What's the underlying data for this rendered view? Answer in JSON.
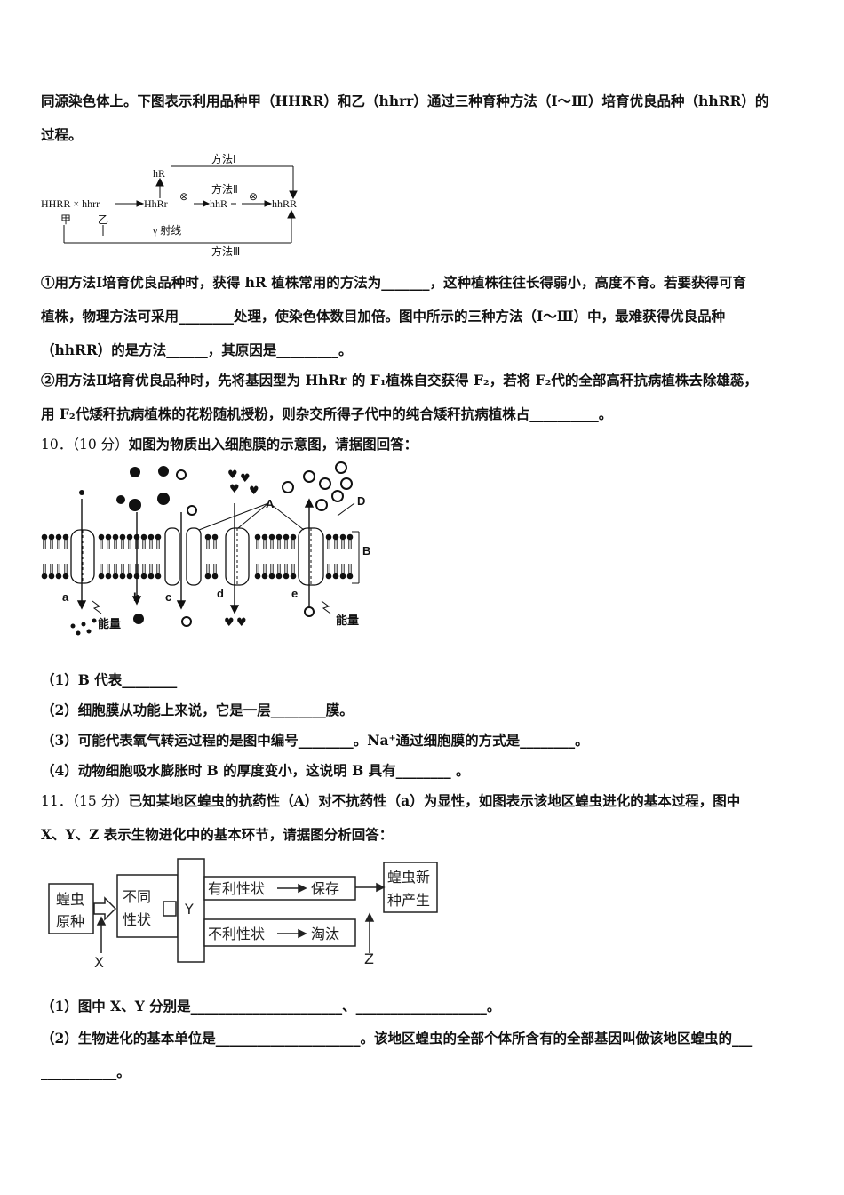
{
  "intro": {
    "line1": "同源染色体上。下图表示利用品种甲（HHRR）和乙（hhrr）通过三种育种方法（Ⅰ～Ⅲ）培育优良品种（hhRR）的",
    "line2": "过程。"
  },
  "breeding_diagram": {
    "parents": "HHRR × hhrr",
    "jia": "甲",
    "yi": "乙",
    "f1": "HhRr",
    "hR": "hR",
    "hhR": "hhR",
    "target": "hhRR",
    "method1": "方法Ⅰ",
    "method2": "方法Ⅱ",
    "method3": "方法Ⅲ",
    "gamma": "γ 射线",
    "cross_symbol": "⊗"
  },
  "q9": {
    "p1_line1": "①用方法Ⅰ培育优良品种时，获得 hR 植株常用的方法为_______，这种植株往往长得弱小，高度不育。若要获得可育",
    "p1_line2": "植株，物理方法可采用________处理，使染色体数目加倍。图中所示的三种方法（Ⅰ～Ⅲ）中，最难获得优良品种",
    "p1_line3": "（hhRR）的是方法______，其原因是_________。",
    "p2_line1": "②用方法Ⅱ培育优良品种时，先将基因型为 HhRr 的 F₁植株自交获得 F₂，若将 F₂代的全部高秆抗病植株去除雄蕊，",
    "p2_line2": "用 F₂代矮秆抗病植株的花粉随机授粉，则杂交所得子代中的纯合矮秆抗病植株占__________。"
  },
  "q10": {
    "title_num": "10．",
    "title_score": "（10 分）",
    "title_text": "如图为物质出入细胞膜的示意图，请据图回答：",
    "membrane_labels": {
      "a": "a",
      "b": "b",
      "c": "c",
      "d": "d",
      "e": "e",
      "A": "A",
      "B": "B",
      "D": "D",
      "energy1": "能量",
      "energy2": "能量"
    },
    "items": [
      "（1）B 代表________",
      "（2）细胞膜从功能上来说，它是一层________膜。",
      "（3）可能代表氧气转运过程的是图中编号________。Na⁺通过细胞膜的方式是________。",
      "（4）动物细胞吸水膨胀时 B 的厚度变小，这说明 B 具有________ 。"
    ]
  },
  "q11": {
    "title_num": "11．",
    "title_score": "（15 分）",
    "title_text": "已知某地区蝗虫的抗药性（A）对不抗药性（a）为显性，如图表示该地区蝗虫进化的基本过程，图中",
    "title_line2": "X、Y、Z 表示生物进化中的基本环节，请据图分析回答：",
    "flow": {
      "origin1": "蝗虫",
      "origin2": "原种",
      "diff1": "不同",
      "diff2": "性状",
      "Y": "Y",
      "good": "有利性状",
      "keep": "保存",
      "bad": "不利性状",
      "eliminate": "淘汰",
      "new1": "蝗虫新",
      "new2": "种产生",
      "X": "X",
      "Z": "Z"
    },
    "items": [
      "（1）图中 X、Y 分别是______________________、___________________。",
      "（2）生物进化的基本单位是_____________________。该地区蝗虫的全部个体所含有的全部基因叫做该地区蝗虫的___",
      "___________。"
    ]
  }
}
